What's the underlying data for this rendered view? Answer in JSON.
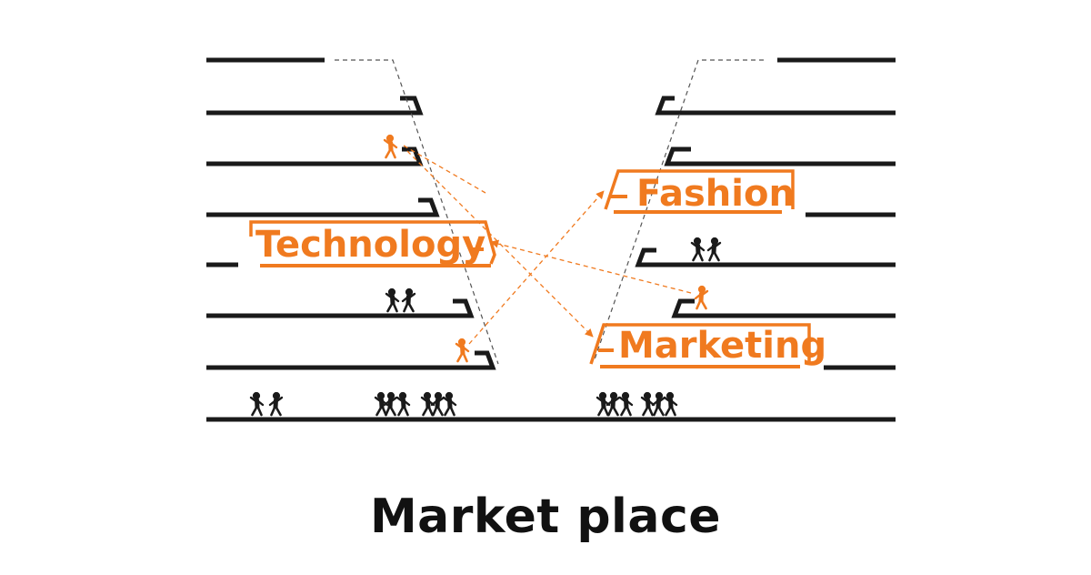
{
  "caption": "Market place",
  "banners": {
    "technology": "Technology",
    "fashion": "Fashion",
    "marketing": "Marketing"
  },
  "colors": {
    "accent": "#f07a1f",
    "ink": "#1a1a1a",
    "guide": "#555555",
    "background": "#ffffff"
  },
  "icons": {
    "person": "person-icon",
    "highlighted_person": "highlighted-person-icon"
  }
}
